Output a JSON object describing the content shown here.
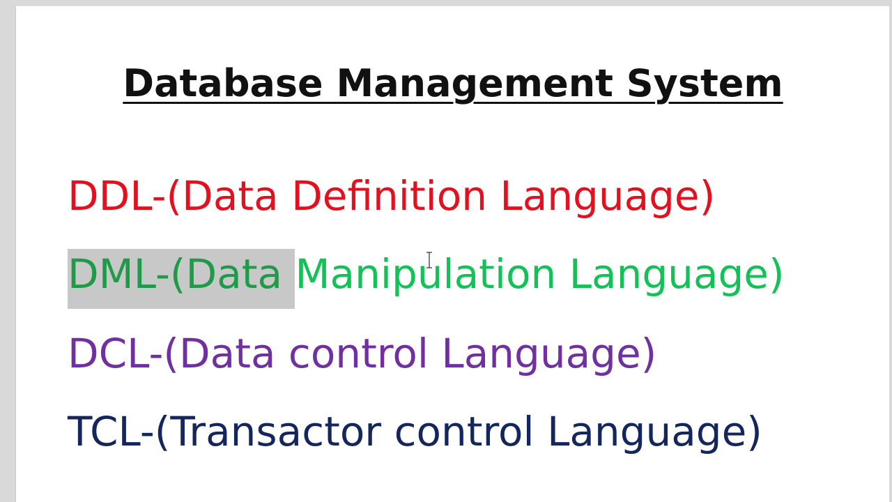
{
  "slide": {
    "title": "Database Management System",
    "items": [
      {
        "text": "DDL-(Data Definition Language)",
        "color": "#e3111f"
      },
      {
        "highlighted_text": "DML-(Data ",
        "text": "Manipulation  Language)",
        "color": "#13c257"
      },
      {
        "text": "DCL-(Data control Language)",
        "color": "#7030a0"
      },
      {
        "text": "TCL-(Transactor control Language)",
        "color": "#14265e"
      }
    ]
  }
}
